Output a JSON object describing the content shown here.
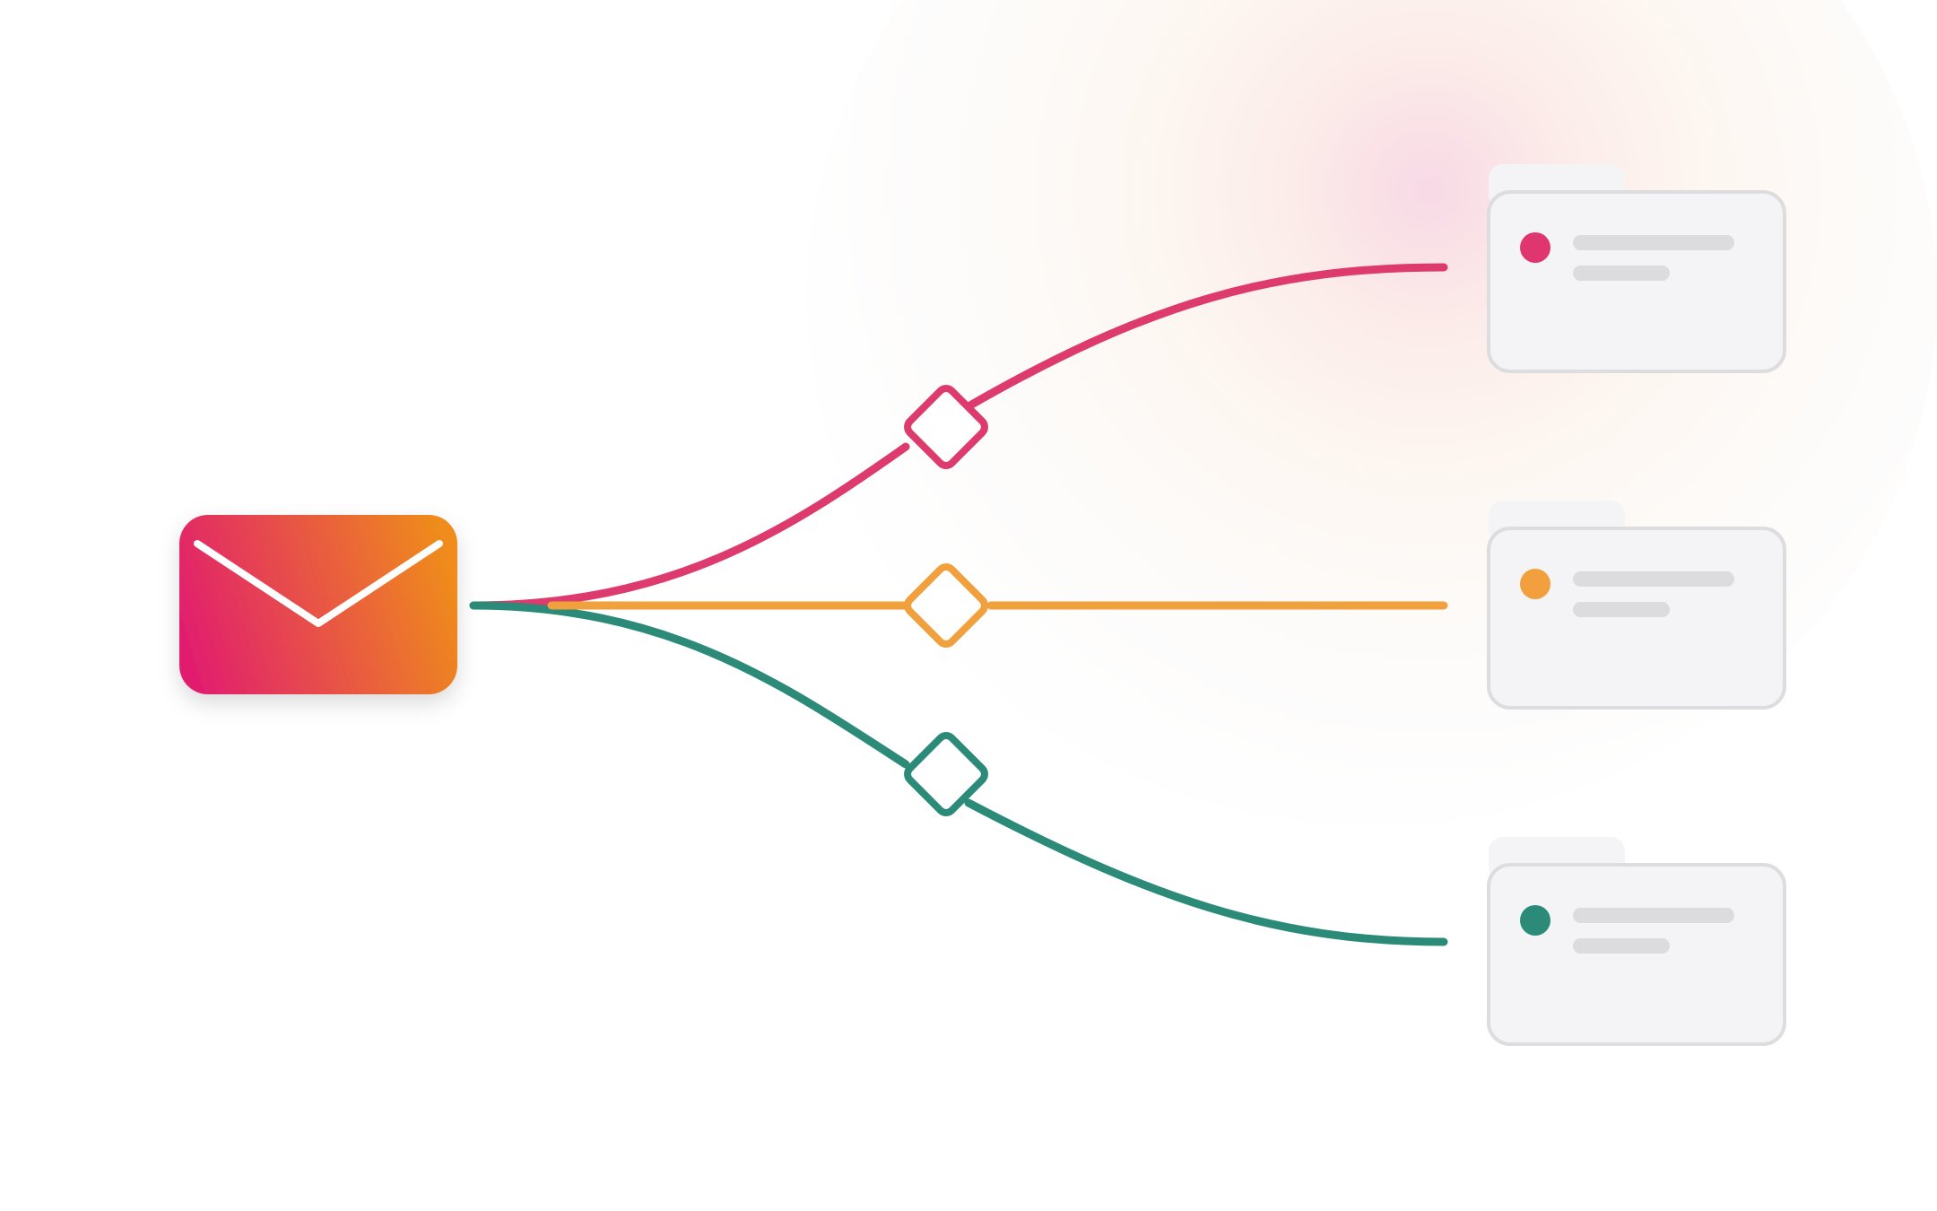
{
  "source": {
    "icon": "envelope-icon",
    "gradient": [
      "#E11E6E",
      "#EF8C1B"
    ],
    "stroke": "#ffffff"
  },
  "routes": [
    {
      "id": "top",
      "color": "#DD3A6E",
      "icon": "decision-diamond-icon"
    },
    {
      "id": "middle",
      "color": "#F0A03C",
      "icon": "decision-diamond-icon"
    },
    {
      "id": "bottom",
      "color": "#2B8A78",
      "icon": "decision-diamond-icon"
    }
  ],
  "destinations": [
    {
      "id": "top",
      "dot_color": "#E0366F",
      "icon": "folder-icon"
    },
    {
      "id": "middle",
      "dot_color": "#F2A03D",
      "icon": "folder-icon"
    },
    {
      "id": "bottom",
      "dot_color": "#2B8A78",
      "icon": "folder-icon"
    }
  ],
  "palette": {
    "card_fill": "#F4F4F6",
    "card_stroke": "#DDDDE0",
    "line_placeholder": "#DCDCDE"
  }
}
